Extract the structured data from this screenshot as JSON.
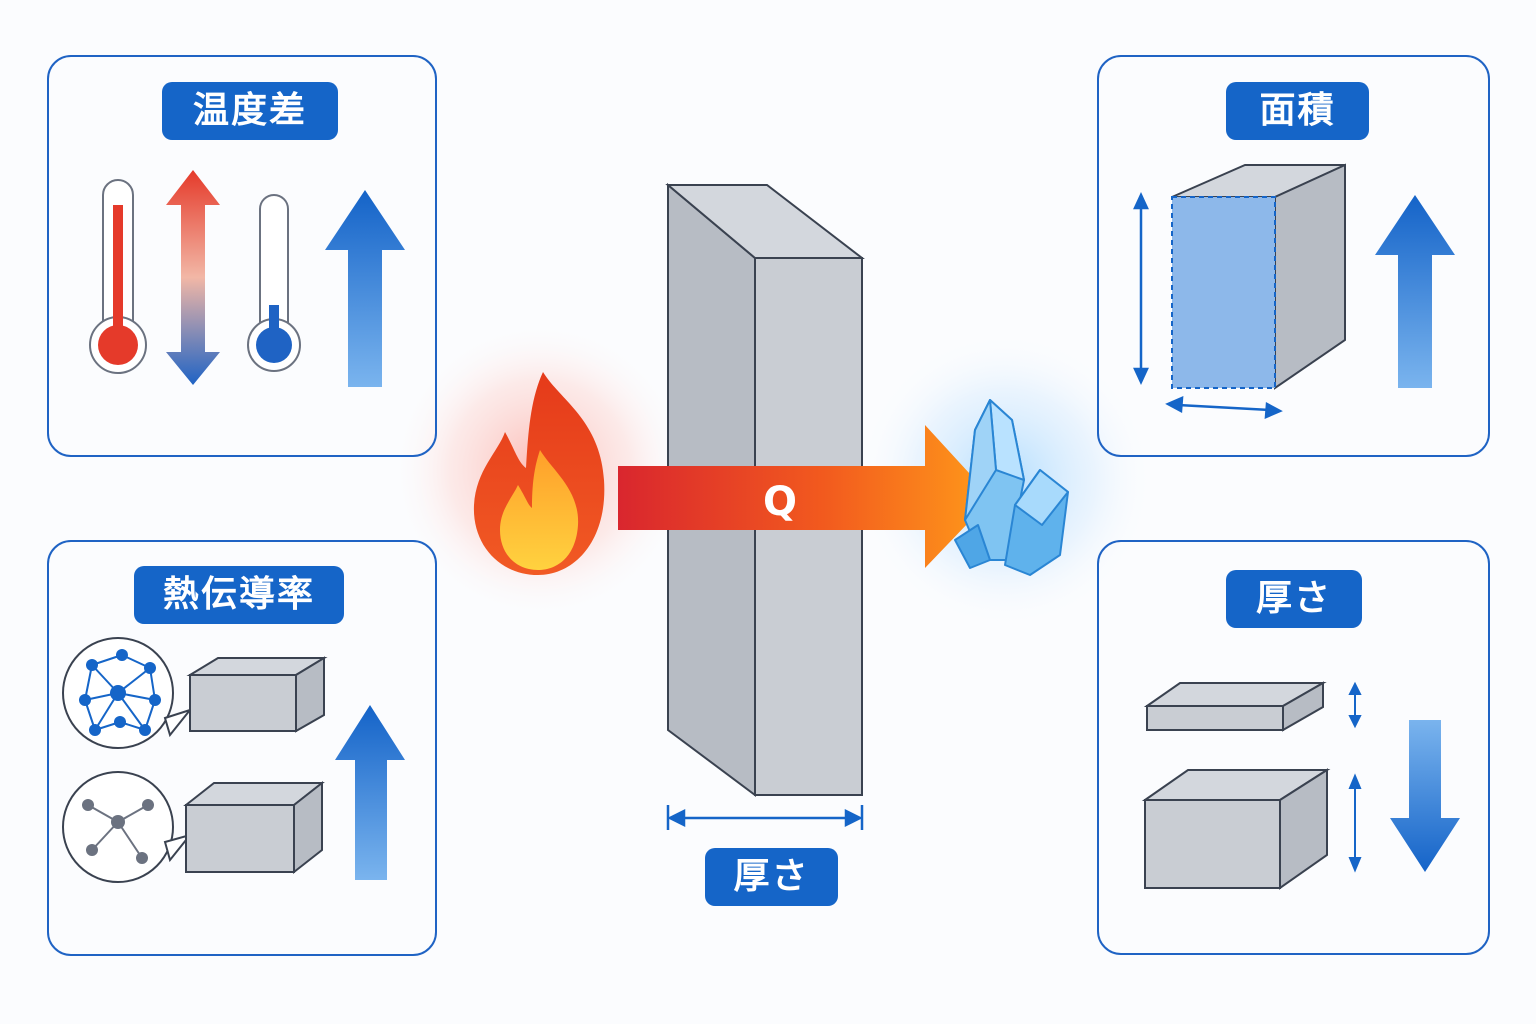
{
  "panels": {
    "temperature_difference": {
      "label": "温度差",
      "trend": "up"
    },
    "thermal_conductivity": {
      "label": "熱伝導率",
      "trend": "up"
    },
    "area": {
      "label": "面積",
      "trend": "up"
    },
    "thickness": {
      "label": "厚さ",
      "trend": "down"
    }
  },
  "center": {
    "heat_flow_label": "Q",
    "thickness_label": "厚さ"
  },
  "colors": {
    "accent": "#1565c8",
    "hot": "#e8402a",
    "cold": "#2f6fd0",
    "arrow_start": "#d9262e",
    "arrow_end": "#ff9a1a"
  }
}
